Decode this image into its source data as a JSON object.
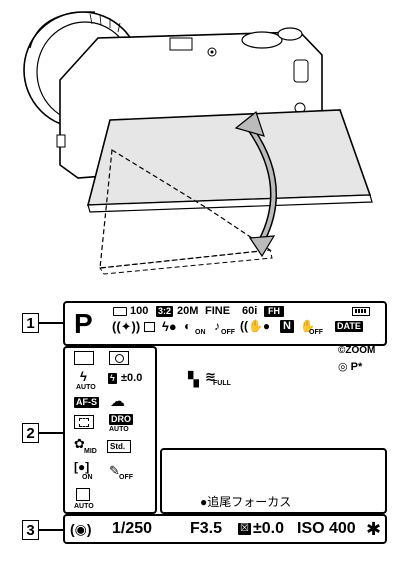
{
  "top_info": {
    "mode": "P",
    "shots": "100",
    "aspect": "3:2",
    "size": "20M",
    "quality": "FINE",
    "rate": "60i",
    "fh": "FH",
    "date": "DATE"
  },
  "right_info": {
    "zoom": "ZOOM",
    "program": "P*"
  },
  "left_column": {
    "flash_auto": "AUTO",
    "ev": "±0.0",
    "af_mode": "AF-S",
    "dro": "DRO",
    "dro_auto": "AUTO",
    "mid": "MID",
    "std": "Std.",
    "on": "ON",
    "off": "OFF",
    "auto_bottom": "AUTO"
  },
  "middle": {
    "full": "FULL"
  },
  "bottom": {
    "tracking": "●追尾フォーカス",
    "shutter": "1/250",
    "aperture": "F3.5",
    "exposure": "±0.0",
    "iso": "ISO 400",
    "lock": "✱"
  },
  "callouts": [
    "1",
    "2",
    "3"
  ]
}
